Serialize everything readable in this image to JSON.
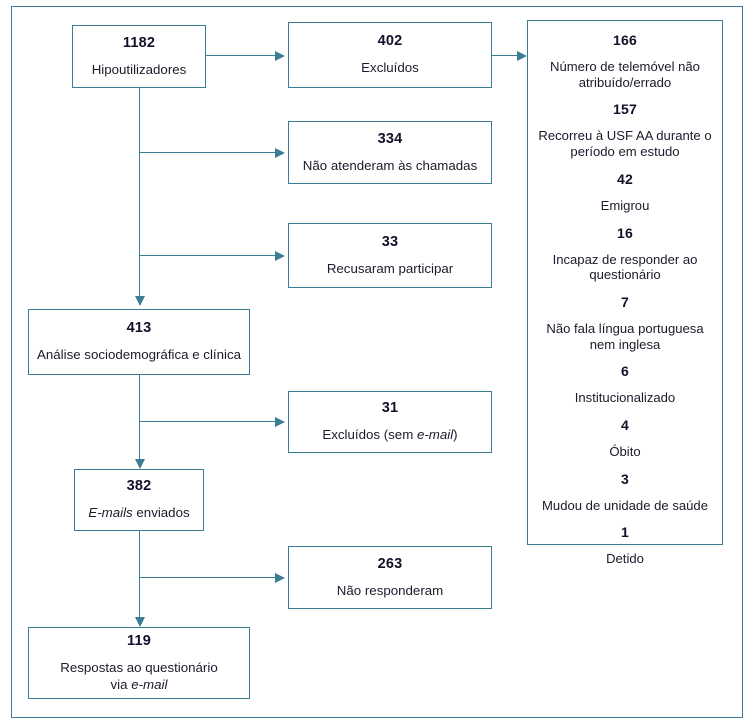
{
  "figure": {
    "type": "flowchart",
    "language": "pt",
    "accent_color": "#3c7d96",
    "text_color": "#1b1b2b",
    "background": "#ffffff"
  },
  "nodes": {
    "total": {
      "count": "1182",
      "label": "Hipoutilizadores"
    },
    "excluded": {
      "count": "402",
      "label": "Excluídos"
    },
    "no_answer_calls": {
      "count": "334",
      "label": "Não atenderam às chamadas"
    },
    "refused": {
      "count": "33",
      "label": "Recusaram participar"
    },
    "analysis": {
      "count": "413",
      "label": "Análise sociodemográfica e clínica"
    },
    "excluded_no_email": {
      "count": "31",
      "label_pre": "Excluídos (sem ",
      "label_italic": "e-mail",
      "label_post": ")"
    },
    "emails_sent": {
      "count": "382",
      "label_italic": "E-mails",
      "label_post": " enviados"
    },
    "no_response": {
      "count": "263",
      "label": "Não responderam"
    },
    "responses": {
      "count": "119",
      "label_line1": "Respostas ao questionário",
      "label_line2_pre": "via ",
      "label_line2_italic": "e-mail"
    }
  },
  "exclusion_details": [
    {
      "count": "166",
      "label": "Número de telemóvel não atribuído/errado"
    },
    {
      "count": "157",
      "label": "Recorreu à USF AA durante o período em estudo"
    },
    {
      "count": "42",
      "label": "Emigrou"
    },
    {
      "count": "16",
      "label": "Incapaz de responder ao questionário"
    },
    {
      "count": "7",
      "label": "Não fala língua portuguesa nem inglesa"
    },
    {
      "count": "6",
      "label": "Institucionalizado"
    },
    {
      "count": "4",
      "label": "Óbito"
    },
    {
      "count": "3",
      "label": "Mudou de unidade de saúde"
    },
    {
      "count": "1",
      "label": "Detido"
    }
  ]
}
